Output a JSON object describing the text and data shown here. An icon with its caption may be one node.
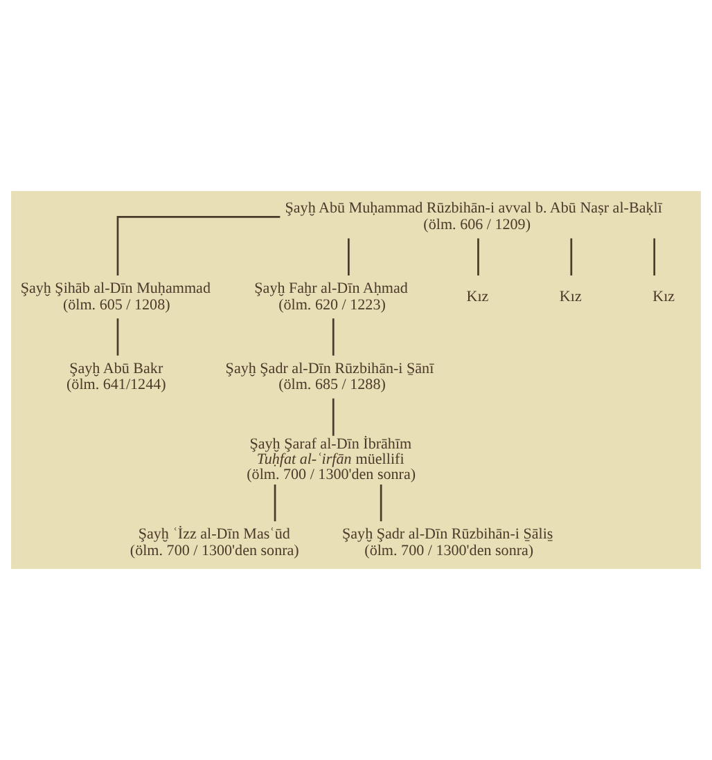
{
  "diagram": {
    "nodes": [
      {
        "text": [
          "Şayḫ Abū Muḥammad Rūzbihān-i avval b. Abū Naṣr al-Baḳlī",
          "(ölm. 606 / 1209)"
        ]
      },
      {
        "text": [
          "Şayḫ Şihāb al-Dīn Muḥammad",
          "(ölm. 605 / 1208)"
        ]
      },
      {
        "text": [
          "Şayḫ Faḫr al-Dīn Aḥmad",
          "(ölm. 620 / 1223)"
        ]
      },
      {
        "text": [
          "Kız"
        ]
      },
      {
        "text": [
          "Kız"
        ]
      },
      {
        "text": [
          "Kız"
        ]
      },
      {
        "text": [
          "Şayḫ Abū Bakr",
          "(ölm. 641/1244)"
        ]
      },
      {
        "text": [
          "Şayḫ Şadr al-Dīn Rūzbihān-i S̱ānī",
          "(ölm. 685 / 1288)"
        ]
      },
      {
        "text": [
          "Şayḫ Şaraf al-Dīn İbrāhīm",
          "*Tuḥfat al-ʿirfān* müellifi",
          "(ölm. 700 / 1300'den sonra)"
        ]
      },
      {
        "text": [
          "Şayḫ ʿİzz al-Dīn Masʿūd",
          "(ölm. 700 / 1300'den sonra)"
        ]
      },
      {
        "text": [
          "Şayḫ Şadr al-Dīn Rūzbihān-i S̱ālis̱",
          "(ölm. 700 / 1300'den sonra)"
        ]
      }
    ],
    "edges": [
      {
        "from": 0,
        "to": 1,
        "arrow": "none"
      },
      {
        "from": 0,
        "to": 2,
        "arrow": "none"
      },
      {
        "from": 0,
        "to": 3,
        "arrow": "none"
      },
      {
        "from": 0,
        "to": 4,
        "arrow": "none"
      },
      {
        "from": 0,
        "to": 5,
        "arrow": "none"
      },
      {
        "from": 1,
        "to": 6,
        "arrow": "none"
      },
      {
        "from": 2,
        "to": 7,
        "arrow": "none"
      },
      {
        "from": 7,
        "to": 8,
        "arrow": "none"
      },
      {
        "from": 8,
        "to": 9,
        "arrow": "none"
      },
      {
        "from": 8,
        "to": 10,
        "arrow": "none"
      }
    ]
  }
}
